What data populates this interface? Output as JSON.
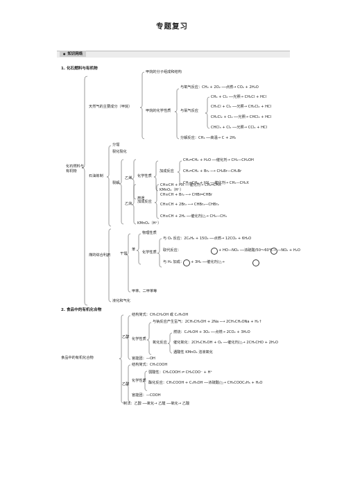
{
  "title": "专题复习",
  "section_bar": "知识网络",
  "part1": {
    "heading": "1. 化石燃料与有机物",
    "root": "化石燃料与有机物",
    "tianranqi": "天然气的主要成分（甲烷）",
    "methane_structure": "甲烷的分子组成和结构",
    "methane_chem": "甲烷的化学性质",
    "oxygen_rxn": "与氧气反应：CH₄ + 2O₂ ──点燃→ CO₂ + 2H₂O",
    "chlorine_rxn": "与氯气反应",
    "cl1": "CH₄ + Cl₂ ──光照→ CH₃Cl + HCl",
    "cl2": "CH₃Cl + Cl₂ ──光照→ CH₂Cl₂ + HCl",
    "cl3": "CH₂Cl₂ + Cl₂ ──光照→ CHCl₃ + HCl",
    "cl4": "CHCl₃ + Cl₂ ──光照→ CCl₄ + HCl",
    "decomp": "分解反应：CH₄ ──高温→ C + 2H₂",
    "fenliu": "分馏",
    "liejie": "裂化裂化",
    "shiyou": "石油炼制",
    "ethylene": "乙烯",
    "ethylene_chem": "化学性质",
    "addition": "加成反应",
    "e_add1": "CH₂═CH₂ + H₂O ──催化剂→ CH₃—CH₂OH",
    "e_add2": "CH₂═CH₂ + Br₂ ─→ CH₂Br—CH₂Br",
    "e_add3": "CH₂═CH₂ + HX ──催化剂→ CH₃—CH₂X",
    "e_kmno4": "KMnO₄（H⁺）",
    "yongtu": "用途",
    "liejie2": "裂解",
    "acetylene": "乙炔",
    "ac_add": "加成反应",
    "a1": "CH≡CH + HX ──催化剂→ CH₂═CHX",
    "a2": "CH≡CH + Br₂ ─→ CHBr═CHBr",
    "a3": "CH≡CH + 2Br₂ ─→ CHBr₂—CHBr₂",
    "a4": "CH≡CH + 2H₂ ──催化剂/△→ CH₃—CH₃",
    "a_kmno4": "KMnO₄（H⁺）",
    "coal": "煤的综合利用",
    "ganliu": "干馏",
    "benzene": "苯",
    "phys": "物理性质",
    "benzene_chem": "化学性质",
    "b_oxy": "与 O₂ 反应：2C₆H₆ + 15O₂ ──点燃→ 12CO₂ + 6H₂O",
    "b_nitro_label": "取代反应：",
    "b_nitro_mid": "+ HO—NO₂ ──浓硫酸/50～60℃→",
    "b_nitro_right": "—NO₂ + H₂O",
    "b_h2_label": "与 H₂ 加成：",
    "b_h2_mid": "+ 3H₂ ──催化剂/△→",
    "toluene": "甲苯、二甲苯等",
    "qihua": "液化和气化"
  },
  "part2": {
    "heading": "2. 食品中的有机化合物",
    "root": "食品中的有机化合物",
    "ethanol": "乙醇",
    "eth_struct": "结构简式：CH₃CH₂OH 或 C₂H₅OH",
    "eth_chem": "化学性质",
    "eth_na": "与钠反应产生氢气：2CH₃CH₂OH + 2Na ─→ 2CH₃CH₂ONa + H₂↑",
    "eth_ox": "氧化反应",
    "eth_burn": "燃烧：C₂H₅OH + 3O₂ ──点燃→ 2CO₂ + 3H₂O",
    "eth_cat": "催化氧化：2CH₃CH₂OH + O₂ ──催化剂/△→ 2CH₃CHO + 2H₂O",
    "eth_kmno4": "遇酸性 KMnO₄ 溶液氧化",
    "eth_group": "官能团：—OH",
    "acid": "乙酸",
    "acid_struct": "结构简式：CH₃COOH",
    "acid_chem": "化学性质",
    "acid_weak": "弱酸性：CH₃COOH ⇌ CH₃COO⁻ + H⁺",
    "acid_ester": "酯化反应：CH₃COOH + C₂H₅OH ──浓硫酸/△→ CH₃COOC₂H₅ + H₂O",
    "acid_group": "官能团：—COOH",
    "prep": "制法：乙醇 ──氧化→ 乙醛 ──氧化→ 乙酸"
  }
}
